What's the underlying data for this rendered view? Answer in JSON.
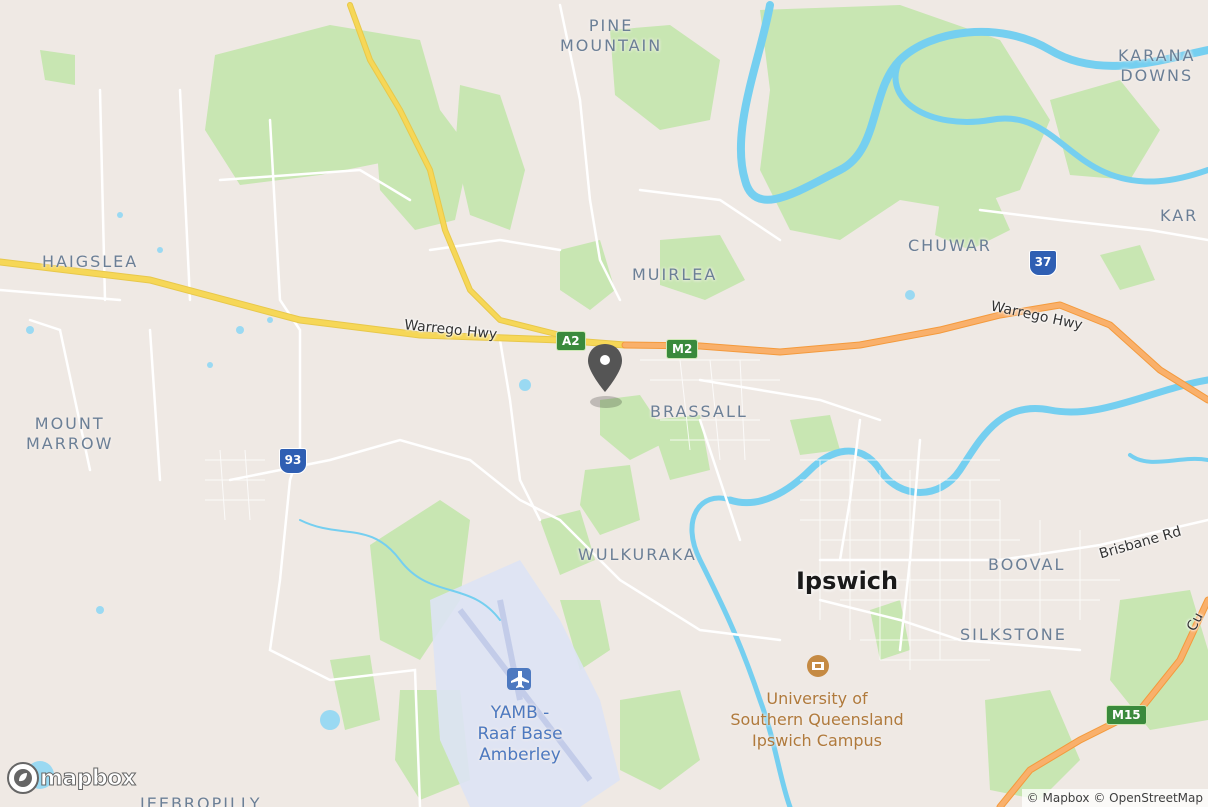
{
  "map": {
    "suburbs": {
      "pine_mountain": "PINE\nMOUNTAIN",
      "karana_downs": "KARANA\nDOWNS",
      "kar": "KAR",
      "haigslea": "HAIGSLEA",
      "chuwar": "CHUWAR",
      "muirlea": "MUIRLEA",
      "mount_marrow": "MOUNT\nMARROW",
      "brassall": "BRASSALL",
      "wulkuraka": "WULKURAKA",
      "booval": "BOOVAL",
      "silkstone": "SILKSTONE",
      "jeebropilly": "JEEBROPILLY"
    },
    "city": "Ipswich",
    "roads": {
      "warrego_west": "Warrego Hwy",
      "warrego_east": "Warrego Hwy",
      "brisbane_rd": "Brisbane Rd",
      "cu": "Cu"
    },
    "shields": {
      "a2": "A2",
      "m2": "M2",
      "r37": "37",
      "r93": "93",
      "m15": "M15"
    },
    "pois": {
      "university": "University of\nSouthern Queensland\nIpswich Campus",
      "airbase": "YAMB -\nRaaf Base\nAmberley"
    },
    "marker_icon": "map-pin-icon",
    "colors": {
      "land": "#efe9e4",
      "park": "#c8e6b2",
      "water": "#75cff0",
      "motorway": "#f9a65a",
      "trunk": "#f6d757",
      "marker": "#555555"
    }
  },
  "branding": {
    "logo_text": "mapbox"
  },
  "attribution": {
    "mapbox": "© Mapbox",
    "osm": "© OpenStreetMap"
  }
}
